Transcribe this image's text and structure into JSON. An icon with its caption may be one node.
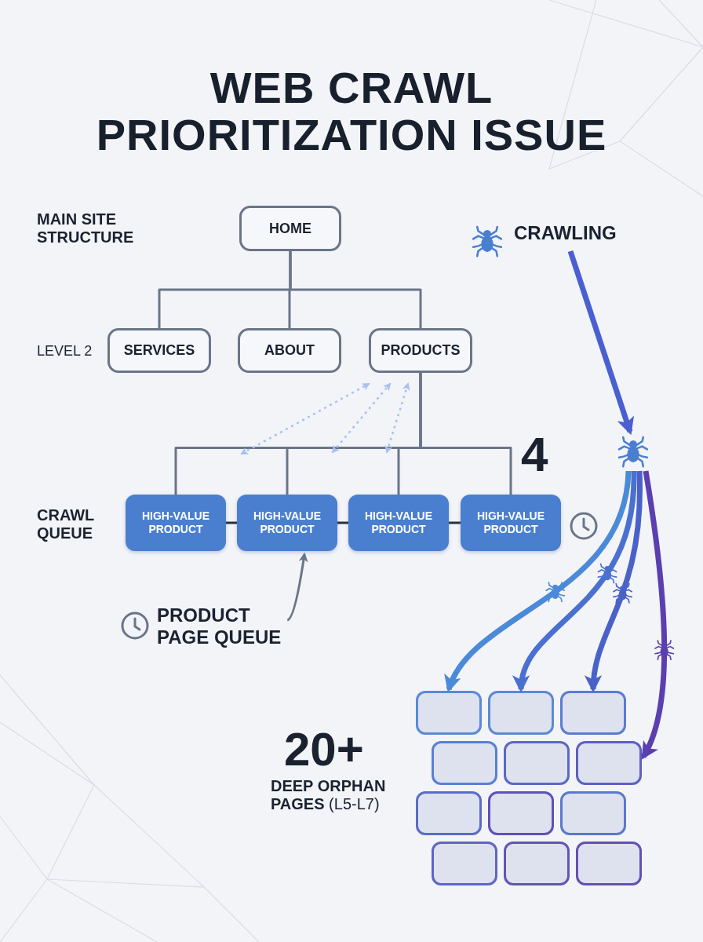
{
  "diagram": {
    "title": "WEB CRAWL PRIORITIZATION ISSUE",
    "nodes": [
      {
        "text": [
          "HOME"
        ]
      },
      {
        "text": [
          "SERVICES"
        ]
      },
      {
        "text": [
          "ABOUT"
        ]
      },
      {
        "text": [
          "PRODUCTS"
        ]
      },
      {
        "text": [
          "CRAWLING"
        ]
      },
      {
        "text": [],
        "shape": "spider"
      },
      {
        "text": [
          "HIGH-VALUE PRODUCT"
        ]
      },
      {
        "text": [
          "HIGH-VALUE PRODUCT"
        ]
      },
      {
        "text": [
          "HIGH-VALUE PRODUCT"
        ]
      },
      {
        "text": [
          "HIGH-VALUE PRODUCT"
        ]
      },
      {
        "text": [
          "PRODUCT PAGE QUEUE"
        ]
      },
      {
        "text": [],
        "shape": "box"
      },
      {
        "text": [],
        "shape": "box"
      },
      {
        "text": [],
        "shape": "box"
      },
      {
        "text": [],
        "shape": "box"
      },
      {
        "text": [],
        "shape": "box"
      },
      {
        "text": [],
        "shape": "box"
      },
      {
        "text": [],
        "shape": "box"
      },
      {
        "text": [],
        "shape": "box"
      },
      {
        "text": [],
        "shape": "box"
      },
      {
        "text": [],
        "shape": "box"
      },
      {
        "text": [],
        "shape": "box"
      },
      {
        "text": [],
        "shape": "box"
      }
    ],
    "edges": [
      {
        "from": 0,
        "to": 1,
        "arrow": "none"
      },
      {
        "from": 0,
        "to": 2,
        "arrow": "none"
      },
      {
        "from": 0,
        "to": 3,
        "arrow": "none"
      },
      {
        "from": 3,
        "to": 6,
        "arrow": "none"
      },
      {
        "from": 3,
        "to": 7,
        "arrow": "none"
      },
      {
        "from": 3,
        "to": 8,
        "arrow": "none"
      },
      {
        "from": 3,
        "to": 9,
        "arrow": "none"
      },
      {
        "from": 6,
        "to": 7,
        "arrow": "none",
        "color": "#2b3140"
      },
      {
        "from": 7,
        "to": 8,
        "arrow": "none",
        "color": "#2b3140"
      },
      {
        "from": 8,
        "to": 9,
        "arrow": "none",
        "color": "#2b3140"
      },
      {
        "from": null,
        "to": 3,
        "arrow": "both",
        "style": "dashed",
        "color": "#a9c1ec"
      },
      {
        "from": null,
        "to": 3,
        "arrow": "both",
        "style": "dashed",
        "color": "#a9c1ec"
      },
      {
        "from": null,
        "to": 3,
        "arrow": "both",
        "style": "dashed",
        "color": "#a9c1ec"
      },
      {
        "from": 10,
        "to": 7,
        "arrow": "to"
      },
      {
        "from": 4,
        "to": 5,
        "arrow": "to",
        "style": "thick",
        "color": "#4a5fd0"
      },
      {
        "from": 5,
        "to": 11,
        "arrow": "to",
        "style": "thick",
        "color": "#4a8ad8"
      },
      {
        "from": 5,
        "to": 12,
        "arrow": "to",
        "style": "thick",
        "color": "#4a70d0"
      },
      {
        "from": 5,
        "to": 13,
        "arrow": "to",
        "style": "thick",
        "color": "#4a62c8"
      },
      {
        "from": 5,
        "to": 16,
        "arrow": "to",
        "style": "thick",
        "color": "#5b3fb0"
      }
    ],
    "labels": [
      "MAIN SITE STRUCTURE",
      "LEVEL 2",
      "4",
      "CRAWL QUEUE",
      "20+",
      "**DEEP ORPHAN PAGES** (L5-L7)"
    ]
  }
}
